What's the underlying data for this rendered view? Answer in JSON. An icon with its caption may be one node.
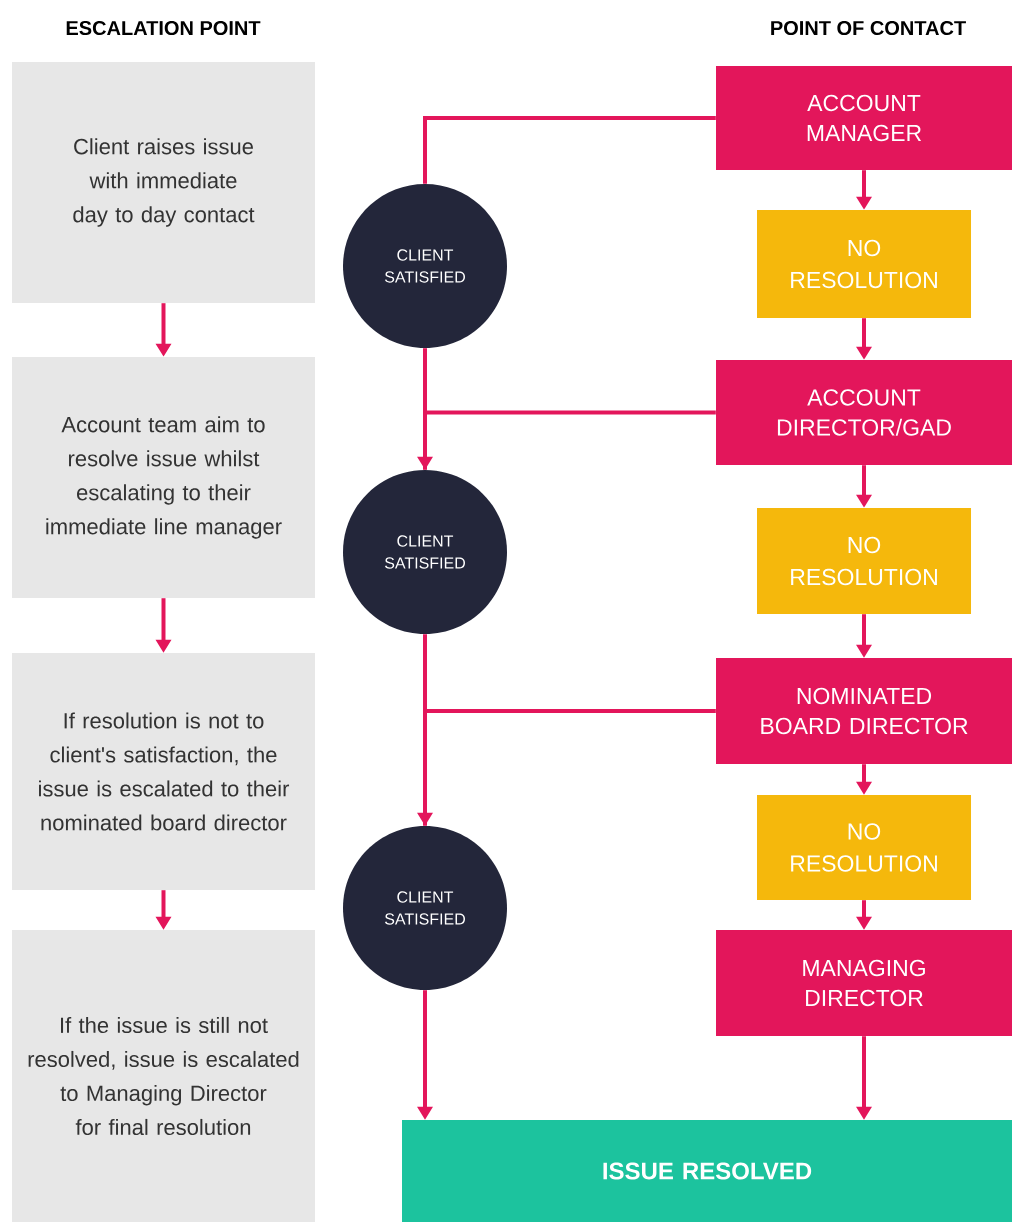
{
  "diagram": {
    "nodes": [
      {
        "text": [
          "Client raises issue with immediate day to day contact"
        ]
      },
      {
        "text": [
          "Account team aim to resolve issue whilst escalating to their immediate line manager"
        ]
      },
      {
        "text": [
          "If resolution is not to client's satisfaction, the issue is escalated to their nominated board director"
        ]
      },
      {
        "text": [
          "If the issue is still not resolved, issue is escalated to Managing Director for final resolution"
        ]
      },
      {
        "text": [
          "ACCOUNT MANAGER"
        ]
      },
      {
        "text": [
          "NO RESOLUTION"
        ]
      },
      {
        "text": [
          "ACCOUNT DIRECTOR/GAD"
        ]
      },
      {
        "text": [
          "NO RESOLUTION"
        ]
      },
      {
        "text": [
          "NOMINATED BOARD DIRECTOR"
        ]
      },
      {
        "text": [
          "NO RESOLUTION"
        ]
      },
      {
        "text": [
          "MANAGING DIRECTOR"
        ]
      },
      {
        "text": [
          "ISSUE RESOLVED"
        ]
      },
      {
        "text": [
          "CLIENT SATISFIED"
        ]
      },
      {
        "text": [
          "CLIENT SATISFIED"
        ]
      },
      {
        "text": [
          "CLIENT SATISFIED"
        ]
      }
    ],
    "edges": [
      {
        "from": 0,
        "to": 1,
        "arrow": "to"
      },
      {
        "from": 1,
        "to": 2,
        "arrow": "to"
      },
      {
        "from": 2,
        "to": 3,
        "arrow": "to"
      },
      {
        "from": 4,
        "to": 5,
        "arrow": "to"
      },
      {
        "from": 5,
        "to": 6,
        "arrow": "to"
      },
      {
        "from": 6,
        "to": 7,
        "arrow": "to"
      },
      {
        "from": 7,
        "to": 8,
        "arrow": "to"
      },
      {
        "from": 8,
        "to": 9,
        "arrow": "to"
      },
      {
        "from": 9,
        "to": 10,
        "arrow": "to"
      },
      {
        "from": 10,
        "to": 11,
        "arrow": "to"
      },
      {
        "from": 4,
        "to": 12,
        "arrow": "none"
      },
      {
        "from": 12,
        "to": 13,
        "arrow": "none"
      },
      {
        "from": 6,
        "to": 13,
        "arrow": "to"
      },
      {
        "from": 13,
        "to": 14,
        "arrow": "none"
      },
      {
        "from": 8,
        "to": 14,
        "arrow": "to"
      },
      {
        "from": 14,
        "to": 11,
        "arrow": "to"
      }
    ],
    "labels": [
      "ESCALATION POINT",
      "POINT OF CONTACT"
    ]
  }
}
